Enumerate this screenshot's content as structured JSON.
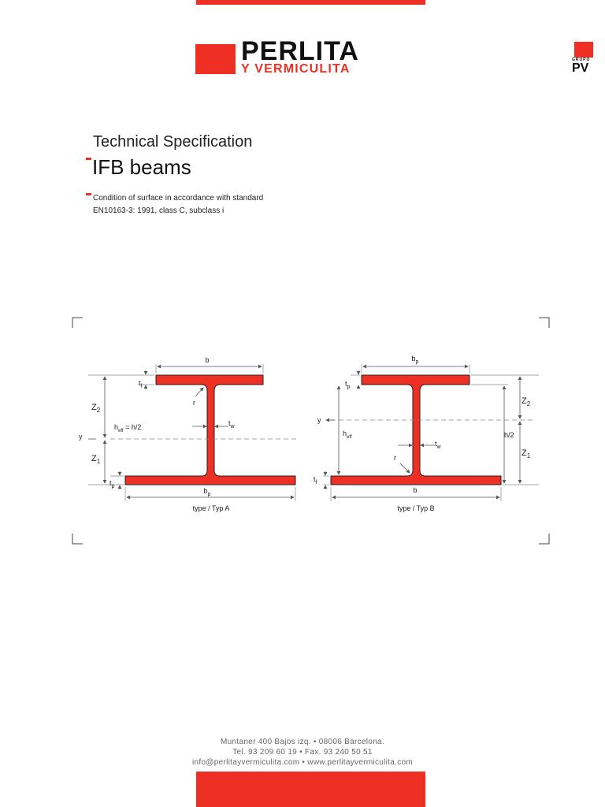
{
  "brand": {
    "name": "PERLITA",
    "subname": "Y VERMICULITA",
    "group_label": "GRUPO",
    "group_mark": "PV"
  },
  "heading": {
    "subtitle": "Technical Specification",
    "title": "IFB beams"
  },
  "condition": {
    "line1": "Condition of surface in accordance with standard",
    "line2": "EN10163-3: 1991, class C, subclass i"
  },
  "diagram_a": {
    "b": "b",
    "tf": "t",
    "tf_sub": "f",
    "r": "r",
    "z2": "Z",
    "z2_sub": "2",
    "heff": "h",
    "heff_sub": "eff",
    "heff_tail": " = h/2",
    "tw": "t",
    "tw_sub": "w",
    "y": "y",
    "z1": "Z",
    "z1_sub": "1",
    "tp": "t",
    "tp_sub": "p",
    "bp": "b",
    "bp_sub": "p",
    "caption": "type / Typ A"
  },
  "diagram_b": {
    "bp": "b",
    "bp_sub": "p",
    "tp": "t",
    "tp_sub": "p",
    "y": "y",
    "heff": "h",
    "heff_sub": "eff",
    "tw": "t",
    "tw_sub": "w",
    "r": "r",
    "tf": "t",
    "tf_sub": "f",
    "b": "b",
    "z2": "Z",
    "z2_sub": "2",
    "h2": "h/2",
    "z1": "Z",
    "z1_sub": "1",
    "caption": "type / Typ B"
  },
  "footer": {
    "address": "Muntaner 400 Bajos izq. • 08006 Barcelona.",
    "phone": "Tel. 93 209 60 19 • Fax. 93 240 50 51",
    "web": "info@perlitayvermiculita.com • www.perlitayvermiculita.com"
  },
  "colors": {
    "accent": "#ee2f24",
    "text": "#1a1a1a",
    "footer_text": "#666666"
  }
}
